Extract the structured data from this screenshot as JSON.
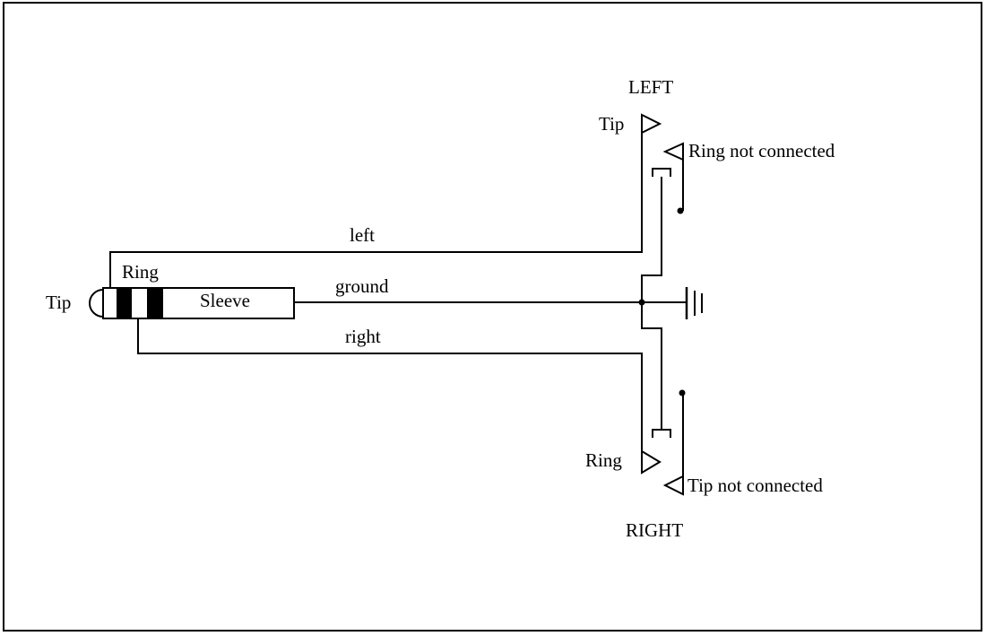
{
  "plug": {
    "tip": "Tip",
    "ring": "Ring",
    "sleeve": "Sleeve"
  },
  "wires": {
    "left": "left",
    "ground": "ground",
    "right": "right"
  },
  "left_jack": {
    "title": "LEFT",
    "tip": "Tip",
    "ring_note": "Ring not connected"
  },
  "right_jack": {
    "title": "RIGHT",
    "ring": "Ring",
    "tip_note": "Tip not connected"
  }
}
